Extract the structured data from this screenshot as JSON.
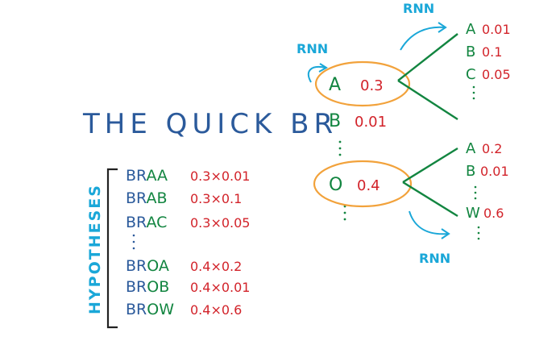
{
  "title": "THE QUICK BR",
  "colors": {
    "blue": "#2b5a9b",
    "cyan": "#1aa7d8",
    "red": "#d2232a",
    "green": "#128540",
    "orange": "#f2a23b",
    "dark": "#222222"
  },
  "rnn_labels": [
    "RNN",
    "RNN",
    "RNN"
  ],
  "first_level": [
    {
      "token": "A",
      "prob": "0.3"
    },
    {
      "token": "B",
      "prob": "0.01"
    },
    {
      "token": "O",
      "prob": "0.4"
    }
  ],
  "branch_A": [
    {
      "token": "A",
      "prob": "0.01"
    },
    {
      "token": "B",
      "prob": "0.1"
    },
    {
      "token": "C",
      "prob": "0.05"
    }
  ],
  "branch_O": [
    {
      "token": "A",
      "prob": "0.2"
    },
    {
      "token": "B",
      "prob": "0.01"
    },
    {
      "token": "W",
      "prob": "0.6"
    }
  ],
  "hypotheses_label": "HYPOTHESES",
  "hypotheses": [
    {
      "prefix": "BR",
      "suffix": "AA",
      "score": "0.3×0.01"
    },
    {
      "prefix": "BR",
      "suffix": "AB",
      "score": "0.3×0.1"
    },
    {
      "prefix": "BR",
      "suffix": "AC",
      "score": "0.3×0.05"
    },
    {
      "prefix": "BR",
      "suffix": "OA",
      "score": "0.4×0.2"
    },
    {
      "prefix": "BR",
      "suffix": "OB",
      "score": "0.4×0.01"
    },
    {
      "prefix": "BR",
      "suffix": "OW",
      "score": "0.4×0.6"
    }
  ]
}
